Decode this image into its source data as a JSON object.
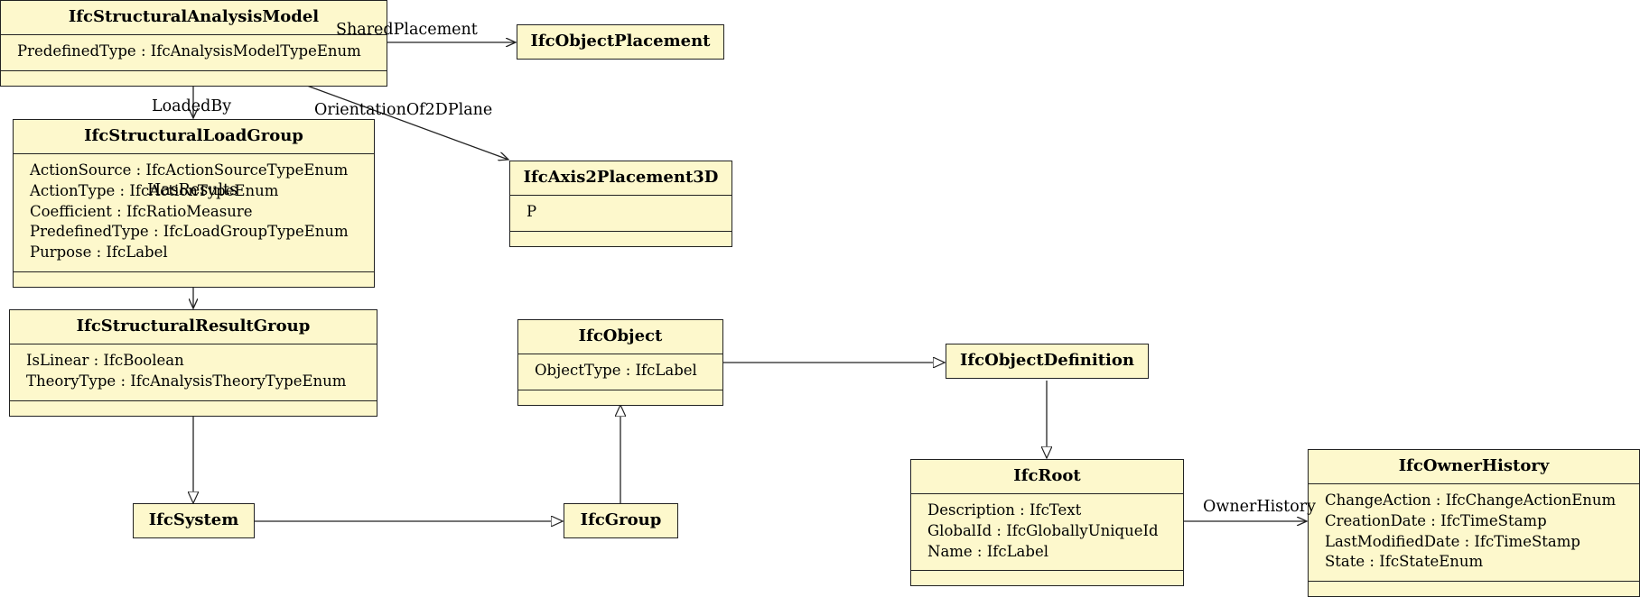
{
  "classes": [
    {
      "id": "structural_analysis_model",
      "name": "IfcStructuralAnalysisModel",
      "attributes": [
        "PredefinedType : IfcAnalysisModelTypeEnum"
      ],
      "has_ops": true
    },
    {
      "id": "object_placement",
      "name": "IfcObjectPlacement",
      "attributes": [],
      "has_ops": false
    },
    {
      "id": "structural_load_group",
      "name": "IfcStructuralLoadGroup",
      "attributes": [
        "ActionSource : IfcActionSourceTypeEnum",
        "ActionType : IfcActionTypeEnum",
        "Coefficient : IfcRatioMeasure",
        "PredefinedType : IfcLoadGroupTypeEnum",
        "Purpose : IfcLabel"
      ],
      "has_ops": true
    },
    {
      "id": "axis2_placement_3d",
      "name": "IfcAxis2Placement3D",
      "attributes": [
        "P"
      ],
      "has_ops": true
    },
    {
      "id": "structural_result_group",
      "name": "IfcStructuralResultGroup",
      "attributes": [
        "IsLinear : IfcBoolean",
        "TheoryType : IfcAnalysisTheoryTypeEnum"
      ],
      "has_ops": true
    },
    {
      "id": "object",
      "name": "IfcObject",
      "attributes": [
        "ObjectType : IfcLabel"
      ],
      "has_ops": true
    },
    {
      "id": "object_definition",
      "name": "IfcObjectDefinition",
      "attributes": [],
      "has_ops": false
    },
    {
      "id": "system",
      "name": "IfcSystem",
      "attributes": [],
      "has_ops": false
    },
    {
      "id": "group",
      "name": "IfcGroup",
      "attributes": [],
      "has_ops": false
    },
    {
      "id": "root",
      "name": "IfcRoot",
      "attributes": [
        "Description : IfcText",
        "GlobalId : IfcGloballyUniqueId",
        "Name : IfcLabel"
      ],
      "has_ops": true
    },
    {
      "id": "owner_history",
      "name": "IfcOwnerHistory",
      "attributes": [
        "ChangeAction : IfcChangeActionEnum",
        "CreationDate : IfcTimeStamp",
        "LastModifiedDate : IfcTimeStamp",
        "State : IfcStateEnum"
      ],
      "has_ops": true
    }
  ],
  "relationships": [
    {
      "id": "shared_placement",
      "type": "association",
      "from": "structural_analysis_model",
      "to": "object_placement",
      "label": "SharedPlacement"
    },
    {
      "id": "loaded_by",
      "type": "association",
      "from": "structural_analysis_model",
      "to": "structural_load_group",
      "label": "LoadedBy"
    },
    {
      "id": "orientation_of_2d_plane",
      "type": "association",
      "from": "structural_analysis_model",
      "to": "axis2_placement_3d",
      "label": "OrientationOf2DPlane"
    },
    {
      "id": "has_results",
      "type": "association",
      "from": "structural_load_group",
      "to": "structural_result_group",
      "label": "HasResults"
    },
    {
      "id": "result_group_generalization",
      "type": "generalization",
      "from": "structural_result_group",
      "to": "system",
      "label": ""
    },
    {
      "id": "system_generalization",
      "type": "generalization",
      "from": "system",
      "to": "group",
      "label": ""
    },
    {
      "id": "group_generalization",
      "type": "generalization",
      "from": "group",
      "to": "object",
      "label": ""
    },
    {
      "id": "object_generalization",
      "type": "generalization",
      "from": "object",
      "to": "object_definition",
      "label": ""
    },
    {
      "id": "object_definition_generalization",
      "type": "generalization",
      "from": "object_definition",
      "to": "root",
      "label": ""
    },
    {
      "id": "owner_history_assoc",
      "type": "association",
      "from": "root",
      "to": "owner_history",
      "label": "OwnerHistory"
    }
  ],
  "colors": {
    "class_fill": "#fdf8cc",
    "stroke": "#222222"
  }
}
